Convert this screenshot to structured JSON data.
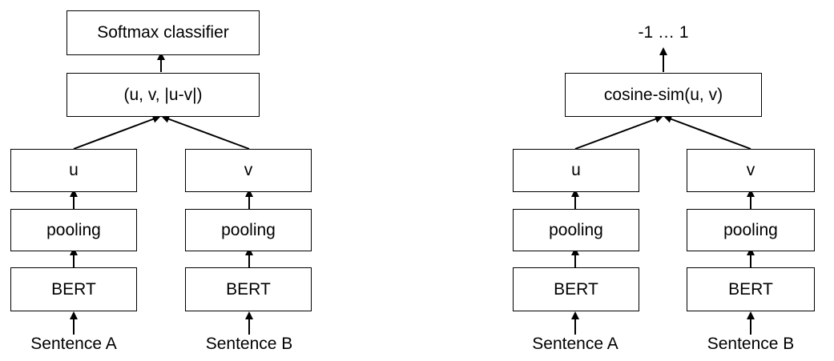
{
  "left": {
    "top": "Softmax classifier",
    "concat": "(u, v, |u-v|)",
    "u": "u",
    "v": "v",
    "pooling_a": "pooling",
    "pooling_b": "pooling",
    "bert_a": "BERT",
    "bert_b": "BERT",
    "sentence_a": "Sentence A",
    "sentence_b": "Sentence B"
  },
  "right": {
    "output": "-1 … 1",
    "cosine": "cosine-sim(u, v)",
    "u": "u",
    "v": "v",
    "pooling_a": "pooling",
    "pooling_b": "pooling",
    "bert_a": "BERT",
    "bert_b": "BERT",
    "sentence_a": "Sentence A",
    "sentence_b": "Sentence B"
  }
}
